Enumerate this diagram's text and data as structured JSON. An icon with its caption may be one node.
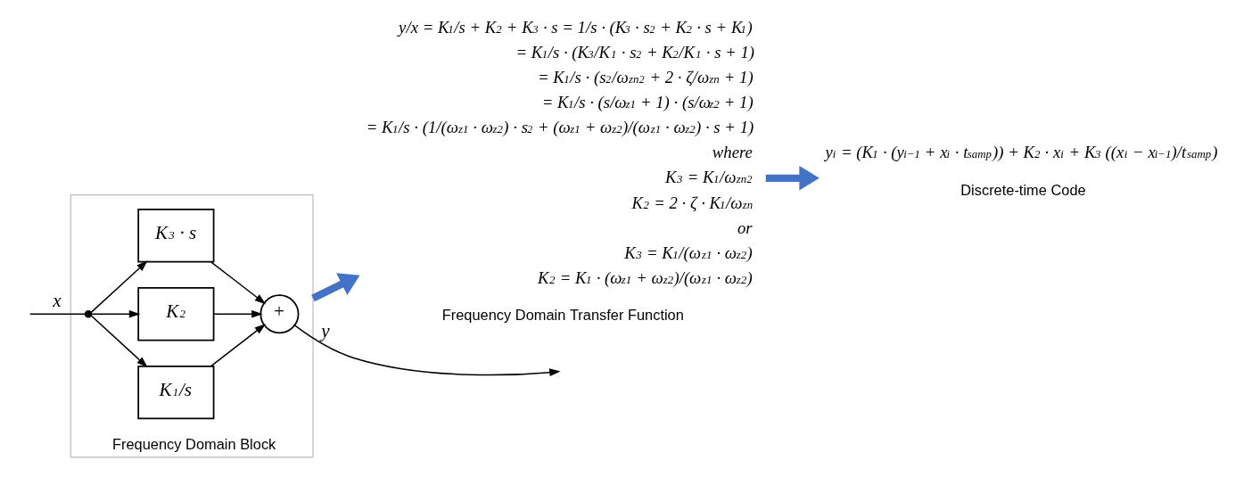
{
  "diagram": {
    "nodes": [
      {
        "text": [
          "Frequency Domain Block"
        ]
      },
      {
        "text": [],
        "shape": "circle",
        "in": 0
      },
      {
        "text": [
          "K$_{1}$/s"
        ],
        "in": 0
      },
      {
        "text": [
          "K$_{2}$"
        ],
        "in": 0
      },
      {
        "text": [
          "K$_{3}$ · s"
        ],
        "in": 0
      },
      {
        "text": [
          "+"
        ],
        "in": 0
      },
      {
        "text": [
          "y/x = K$_{1}$/s + K$_{2}$ + K$_{3}$ · s = 1/s · (K$_{3}$ · s$^{2}$ + K$_{2}$ · s + K$_{1}$)",
          "= K$_{1}$/s · (K$_{3}$/K$_{1}$ · s$^{2}$ + K$_{2}$/K$_{1}$ · s + 1)",
          "= K$_{1}$/s · (s$^{2}$/ω$_{zn}$$^{2}$ + 2 · ζ/ω$_{zn}$ + 1)",
          "= K$_{1}$/s · (s/ω$_{z1}$ + 1) · (s/ω$_{z2}$ + 1)",
          "= K$_{1}$/s · (1/(ω$_{z1}$ · ω$_{z2}$) · s$^{2}$ + (ω$_{z1}$ + ω$_{z2}$)/(ω$_{z1}$ · ω$_{z2}$) · s + 1)",
          "where",
          "K$_{3}$ = K$_{1}$/ω$_{zn}$$^{2}$",
          "K$_{2}$ = 2 · ζ · K$_{1}$/ω$_{zn}$",
          "or",
          "K$_{3}$ = K$_{1}$/(ω$_{z1}$ · ω$_{z2}$)",
          "K$_{2}$ = K$_{1}$ · (ω$_{z1}$ + ω$_{z2}$)/(ω$_{z1}$ · ω$_{z2}$)"
        ],
        "beside": [
          "Frequency Domain Transfer Function"
        ]
      },
      {
        "text": [
          "y$_{i}$ = (K$_{1}$ · (y$_{i−1}$ + x$_{i}$ · t$_{samp}$)) + K$_{2}$ · x$_{i}$ + K$_{3}$ ((x$_{i}$ − x$_{i−1}$)/t$_{samp}$)"
        ],
        "beside": [
          "Discrete-time Code"
        ]
      }
    ],
    "edges": [
      {
        "from": null,
        "to": 1,
        "arrow": "none",
        "label": "x"
      },
      {
        "from": 1,
        "to": 2,
        "arrow": "to"
      },
      {
        "from": 1,
        "to": 3,
        "arrow": "to"
      },
      {
        "from": 1,
        "to": 4,
        "arrow": "to"
      },
      {
        "from": 2,
        "to": 5,
        "arrow": "to"
      },
      {
        "from": 3,
        "to": 5,
        "arrow": "to"
      },
      {
        "from": 4,
        "to": 5,
        "arrow": "to"
      },
      {
        "from": 5,
        "to": null,
        "arrow": "to",
        "label": "y"
      },
      {
        "from": 0,
        "to": 6,
        "arrow": "to",
        "style": "thick",
        "color": "#4472c4"
      },
      {
        "from": 6,
        "to": 7,
        "arrow": "to",
        "style": "thick",
        "color": "#4472c4"
      }
    ]
  }
}
